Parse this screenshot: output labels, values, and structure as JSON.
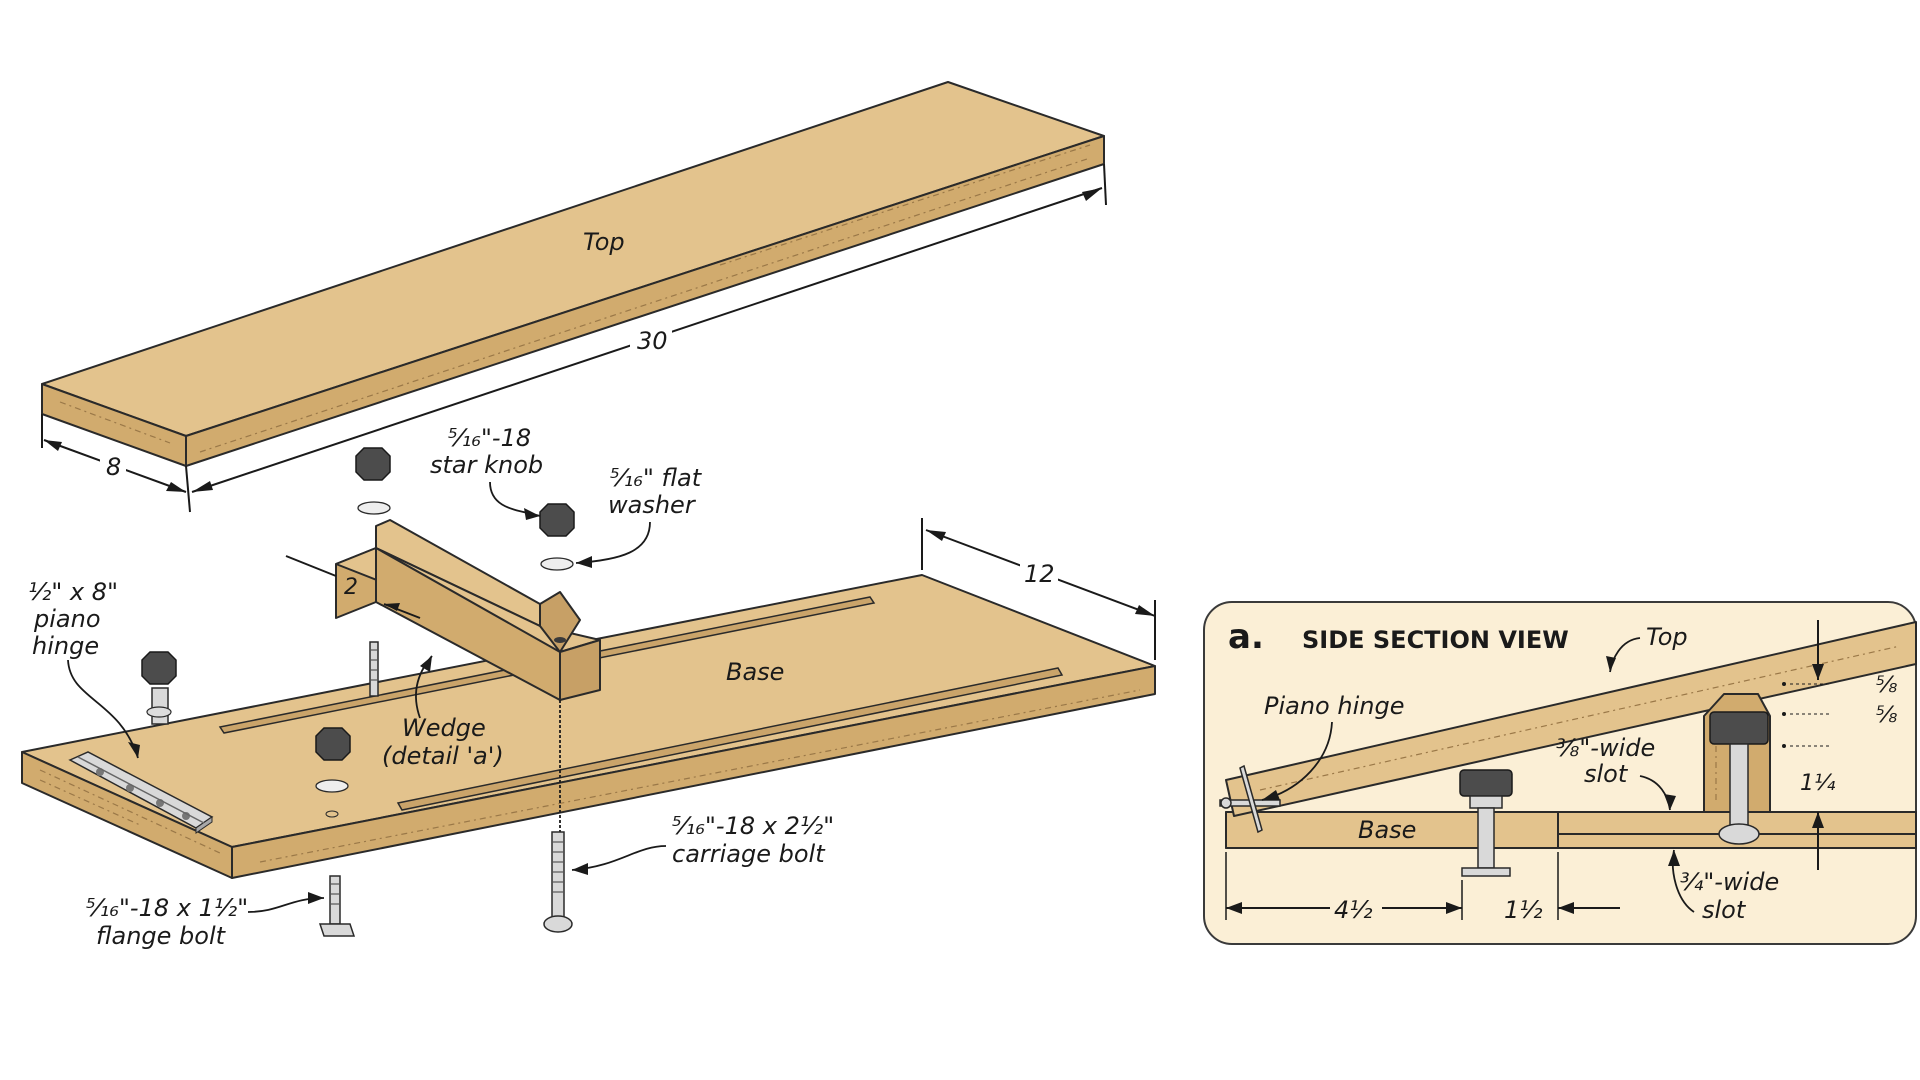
{
  "labels": {
    "top": "Top",
    "base": "Base",
    "dim_30": "30",
    "dim_8": "8",
    "dim_12": "12",
    "dim_2": "2",
    "star_knob_line1": "⁵⁄₁₆\"-18",
    "star_knob_line2": "star knob",
    "flat_washer_line1": "⁵⁄₁₆\" flat",
    "flat_washer_line2": "washer",
    "piano_hinge_line1": "½\" x 8\"",
    "piano_hinge_line2": "piano",
    "piano_hinge_line3": "hinge",
    "wedge_line1": "Wedge",
    "wedge_line2": "(detail 'a')",
    "carriage_bolt_line1": "⁵⁄₁₆\"-18 x 2½\"",
    "carriage_bolt_line2": "carriage bolt",
    "flange_bolt_line1": "⁵⁄₁₆\"-18 x 1½\"",
    "flange_bolt_line2": "flange bolt"
  },
  "detail": {
    "letter": "a.",
    "title": "SIDE SECTION VIEW",
    "top": "Top",
    "piano_hinge": "Piano hinge",
    "base": "Base",
    "slot_38_line1": "⅜\"-wide",
    "slot_38_line2": "slot",
    "slot_34_line1": "¾\"-wide",
    "slot_34_line2": "slot",
    "dim_58_a": "⅝",
    "dim_58_b": "⅝",
    "dim_114": "1¼",
    "dim_412": "4½",
    "dim_112": "1½"
  },
  "colors": {
    "wood_face": "#e3c38d",
    "wood_edge": "#d1ab6e",
    "detail_background": "#fbefd6",
    "hardware": "#4c4c4c"
  }
}
